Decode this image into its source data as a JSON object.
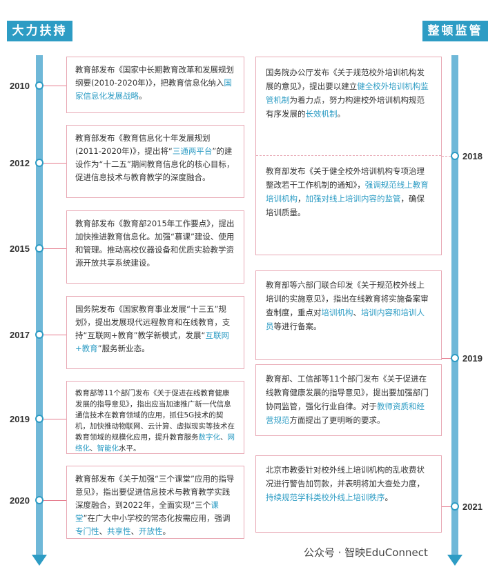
{
  "headers": {
    "left": "大力扶持",
    "right": "整顿监管"
  },
  "left_years": [
    "2010",
    "2012",
    "2015",
    "2017",
    "2019",
    "2020"
  ],
  "right_years": [
    "2018",
    "2019",
    "2021"
  ],
  "left_boxes": [
    {
      "id": "2010",
      "segments": [
        {
          "t": "教育部发布《国家中长期教育改革和发展规划纲要(2010-2020年)》，把教育信息化纳入"
        },
        {
          "t": "国家信息化发展战略",
          "hl": true
        },
        {
          "t": "。"
        }
      ]
    },
    {
      "id": "2012",
      "segments": [
        {
          "t": "教育部发布《教育信息化十年发展规划(2011-2020年)》，提出将“"
        },
        {
          "t": "三通两平台",
          "hl": true
        },
        {
          "t": "”的建设作为“十二五”期间教育信息化的核心目标，促进信息技术与教育教学的深度融合。"
        }
      ]
    },
    {
      "id": "2015",
      "segments": [
        {
          "t": "教育部发布《教育部2015年工作要点》，提出加快推进教育信息化。加强“慕课”建设、使用和管理。推动高校仪器设备和优质实验教学资源开放共享系统建设。"
        }
      ]
    },
    {
      "id": "2017",
      "segments": [
        {
          "t": "国务院发布《国家教育事业发展“十三五”规划》，提出发展现代远程教育和在线教育，支持“互联网+教育”教学新模式，发展“"
        },
        {
          "t": "互联网+教育",
          "hl": true
        },
        {
          "t": "”服务新业态。"
        }
      ]
    },
    {
      "id": "2019",
      "segments": [
        {
          "t": "教育部等11个部门发布《关于促进在线教育健康发展的指导意见》，指出应当加速推广新一代信息通信技术在教育领域的应用，抓住5G技术的契机，加快推动物联网、云计算、虚拟现实等技术在教育领域的规模化应用，提升教育服务"
        },
        {
          "t": "数字化",
          "hl": true
        },
        {
          "t": "、"
        },
        {
          "t": "网络化",
          "hl": true
        },
        {
          "t": "、"
        },
        {
          "t": "智能化",
          "hl": true
        },
        {
          "t": "水平。"
        }
      ]
    },
    {
      "id": "2020",
      "segments": [
        {
          "t": "教育部发布《关于加强“三个课堂”应用的指导意见》，指出要促进信息技术与教育教学实践深度融合，到2022年，全面实现“三个"
        },
        {
          "t": "课堂",
          "hl": true
        },
        {
          "t": "”在广大中小学校的常态化按需应用，强调"
        },
        {
          "t": "专门性",
          "hl": true
        },
        {
          "t": "、"
        },
        {
          "t": "共享性",
          "hl": true
        },
        {
          "t": "、"
        },
        {
          "t": "开放性",
          "hl": true
        },
        {
          "t": "。"
        }
      ]
    }
  ],
  "right_boxes": [
    {
      "id": "2018a",
      "segments": [
        {
          "t": "国务院办公厅发布《关于规范校外培训机构发展的意见》，提出要以建立"
        },
        {
          "t": "健全校外培训机构监管机制",
          "hl": true
        },
        {
          "t": "为着力点，努力构建校外培训机构规范有序发展的"
        },
        {
          "t": "长效机制",
          "hl": true
        },
        {
          "t": "。"
        }
      ]
    },
    {
      "id": "2018b",
      "segments": [
        {
          "t": "教育部发布《关于健全校外培训机构专项治理整改若干工作机制的通知》，"
        },
        {
          "t": "强调规范线上教育培训机构",
          "hl": true
        },
        {
          "t": "，"
        },
        {
          "t": "加强对线上培训内容的监管",
          "hl": true
        },
        {
          "t": "，确保培训质量。"
        }
      ]
    },
    {
      "id": "2019a",
      "segments": [
        {
          "t": "教育部等六部门联合印发《关于规范校外线上培训的实施意见》，指出在线教育将实施备案审查制度，重点对"
        },
        {
          "t": "培训机构",
          "hl": true
        },
        {
          "t": "、"
        },
        {
          "t": "培训内容和培训人员",
          "hl": true
        },
        {
          "t": "等进行备案。"
        }
      ]
    },
    {
      "id": "2019b",
      "segments": [
        {
          "t": "教育部、工信部等11个部门发布《关于促进在线教育健康发展的指导意见》，提出要加强部门协同监管，强化行业自律。对于"
        },
        {
          "t": "教师资质和经营规范",
          "hl": true
        },
        {
          "t": "方面提出了更明晰的要求。"
        }
      ]
    },
    {
      "id": "2021",
      "segments": [
        {
          "t": "北京市教委针对校外线上培训机构的乱收费状况进行警告加罚款，并表明将加大查处力度，"
        },
        {
          "t": "持续规范学科类校外线上培训秩序",
          "hl": true
        },
        {
          "t": "。"
        }
      ]
    }
  ],
  "footer": "公众号 · 智映EduConnect",
  "colors": {
    "accent": "#2d9cc4",
    "axis": "#6fb8d8",
    "border": "#e8a8b4"
  }
}
